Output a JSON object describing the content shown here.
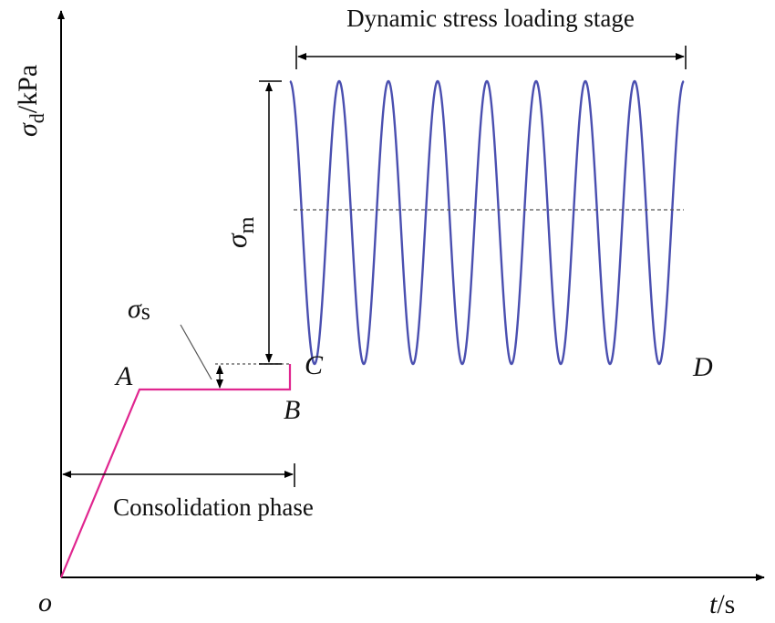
{
  "labels": {
    "y_axis_symbol": "σ",
    "y_axis_subscript": "d",
    "y_axis_unit": "/kPa",
    "x_axis_symbol": "t",
    "x_axis_unit": "/s",
    "origin": "o",
    "point_a": "A",
    "point_b": "B",
    "point_c": "C",
    "point_d": "D",
    "sigma_m_symbol": "σ",
    "sigma_m_subscript": "m",
    "sigma_s_symbol": "σ",
    "sigma_s_subscript": "s",
    "dynamic_stage": "Dynamic stress loading stage",
    "consolidation_phase": "Consolidation phase"
  },
  "waveform": {
    "cycles": 8
  },
  "colors": {
    "axis": "#000000",
    "consolidation_line": "#e0268f",
    "dynamic_wave": "#4a4fb0",
    "dashed": "#555555"
  }
}
